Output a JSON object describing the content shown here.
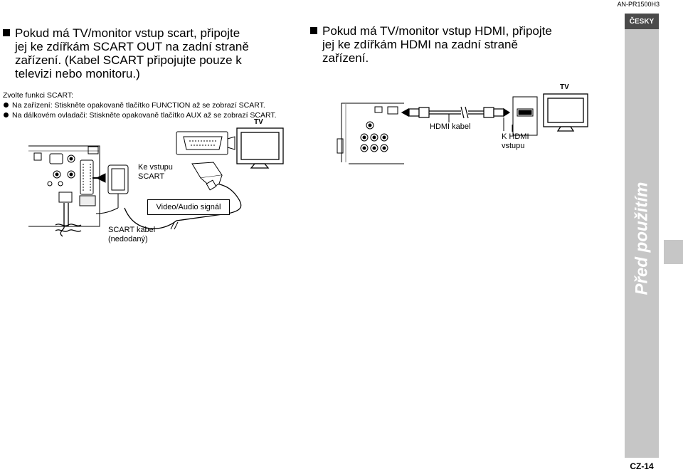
{
  "header": {
    "model_code": "AN-PR1500H3",
    "language_badge": "ČESKY"
  },
  "sidebar": {
    "section_title": "Před použitím",
    "page_number": "CZ-14"
  },
  "scart_section": {
    "heading_lines": [
      "Pokud má TV/monitor vstup scart, připojte",
      "jej ke zdířkám SCART OUT na zadní straně",
      "zařízení. (Kabel SCART připojujte pouze k",
      "televizi nebo monitoru.)"
    ],
    "instruction_intro": "Zvolte funkci SCART:",
    "instructions": [
      "Na zařízení: Stiskněte opakovaně tlačítko FUNCTION až se zobrazí SCART.",
      "Na dálkovém ovladači: Stiskněte opakovaně tlačítko AUX až se zobrazí SCART."
    ],
    "diagram": {
      "tv_label": "TV",
      "input_label_lines": [
        "Ke vstupu",
        "SCART"
      ],
      "signal_label": "Video/Audio signál",
      "cable_label_lines": [
        "SCART kabel",
        "(nedodaný)"
      ]
    }
  },
  "hdmi_section": {
    "heading_lines": [
      "Pokud má TV/monitor vstup HDMI, připojte",
      "jej ke zdířkám HDMI na zadní straně",
      "zařízení."
    ],
    "diagram": {
      "tv_label": "TV",
      "cable_label": "HDMI kabel",
      "input_label_lines": [
        "K HDMI",
        "vstupu"
      ]
    }
  }
}
